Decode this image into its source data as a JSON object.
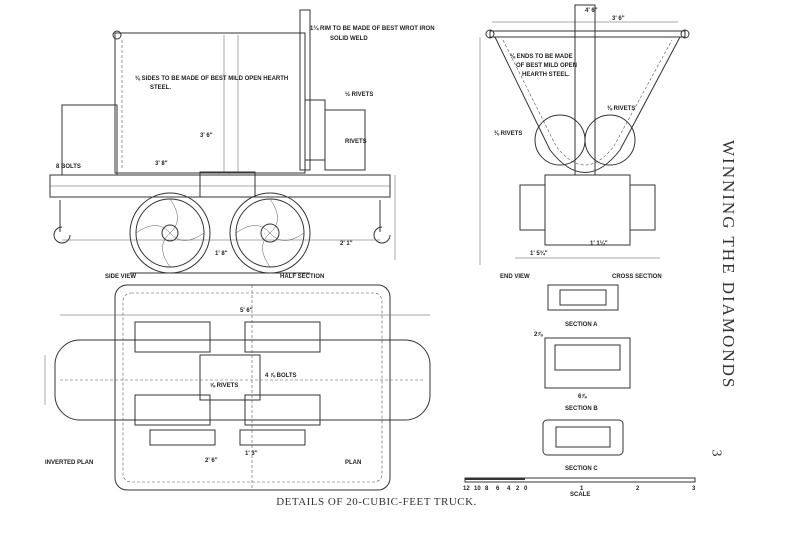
{
  "side_text": "WINNING THE DIAMONDS",
  "page_number": "3",
  "caption": "DETAILS OF 20-CUBIC-FEET TRUCK.",
  "labels": {
    "rim": "1¼ RIM TO BE MADE OF BEST WROT IRON",
    "rim2": "SOLID WELD",
    "sides": "⅛ SIDES TO BE MADE OF BEST MILD OPEN HEARTH",
    "sides2": "STEEL.",
    "ends": "⅛ ENDS TO BE MADE",
    "ends2": "OF BEST MILD OPEN",
    "ends3": "HEARTH STEEL.",
    "rivets_half": "½ RIVETS",
    "rivets": "RIVETS",
    "rivets_end1": "⅜ RIVETS",
    "rivets_end2": "⅜ RIVETS",
    "bolts": "8 BOLTS",
    "bolts_plan": "4 ⅞ BOLTS",
    "rivets_plan": "⅝ RIVETS",
    "side_view": "SIDE VIEW",
    "half_section": "HALF SECTION",
    "end_view": "END VIEW",
    "cross_section": "CROSS SECTION",
    "section_a": "SECTION A",
    "section_b": "SECTION B",
    "section_c": "SECTION C",
    "inverted_plan": "INVERTED PLAN",
    "plan": "PLAN",
    "scale": "SCALE",
    "dim_a": "3' 6\"",
    "dim_b": "3' 8\"",
    "dim_c": "1' 8\"",
    "dim_d": "2' 1\"",
    "dim_e": "5' 6\"",
    "dim_f": "2' 6\"",
    "dim_g": "1' 3\"",
    "dim_h": "4' 6\"",
    "dim_i": "1' 5¾\"",
    "dim_j": "1' 1¼\"",
    "dim_k": "2⅞",
    "dim_l": "6⅞"
  },
  "scale_ticks": [
    "12",
    "10",
    "8",
    "6",
    "4",
    "2",
    "0",
    "1",
    "2",
    "3"
  ]
}
